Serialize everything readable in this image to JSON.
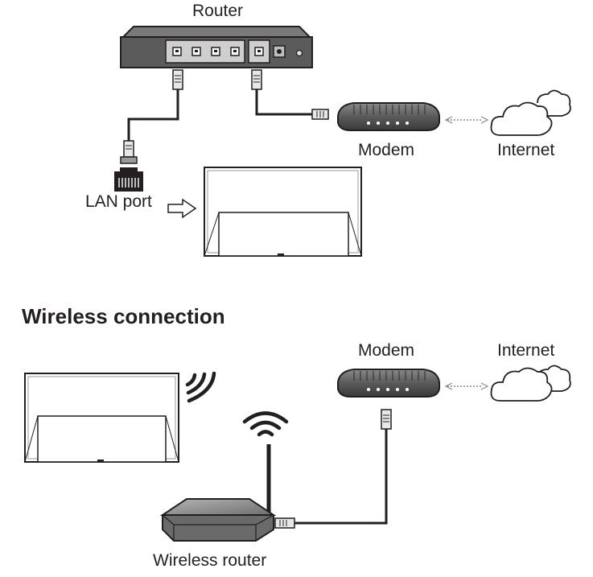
{
  "wired": {
    "router_label": "Router",
    "modem_label": "Modem",
    "internet_label": "Internet",
    "lan_port_label": "LAN port"
  },
  "wireless": {
    "heading": "Wireless connection",
    "modem_label": "Modem",
    "internet_label": "Internet",
    "wireless_router_label": "Wireless router"
  },
  "colors": {
    "line": "#231f20",
    "device_dark": "#4a4a4a",
    "device_light": "#9a9a9a",
    "panel": "#d9d9d9"
  }
}
